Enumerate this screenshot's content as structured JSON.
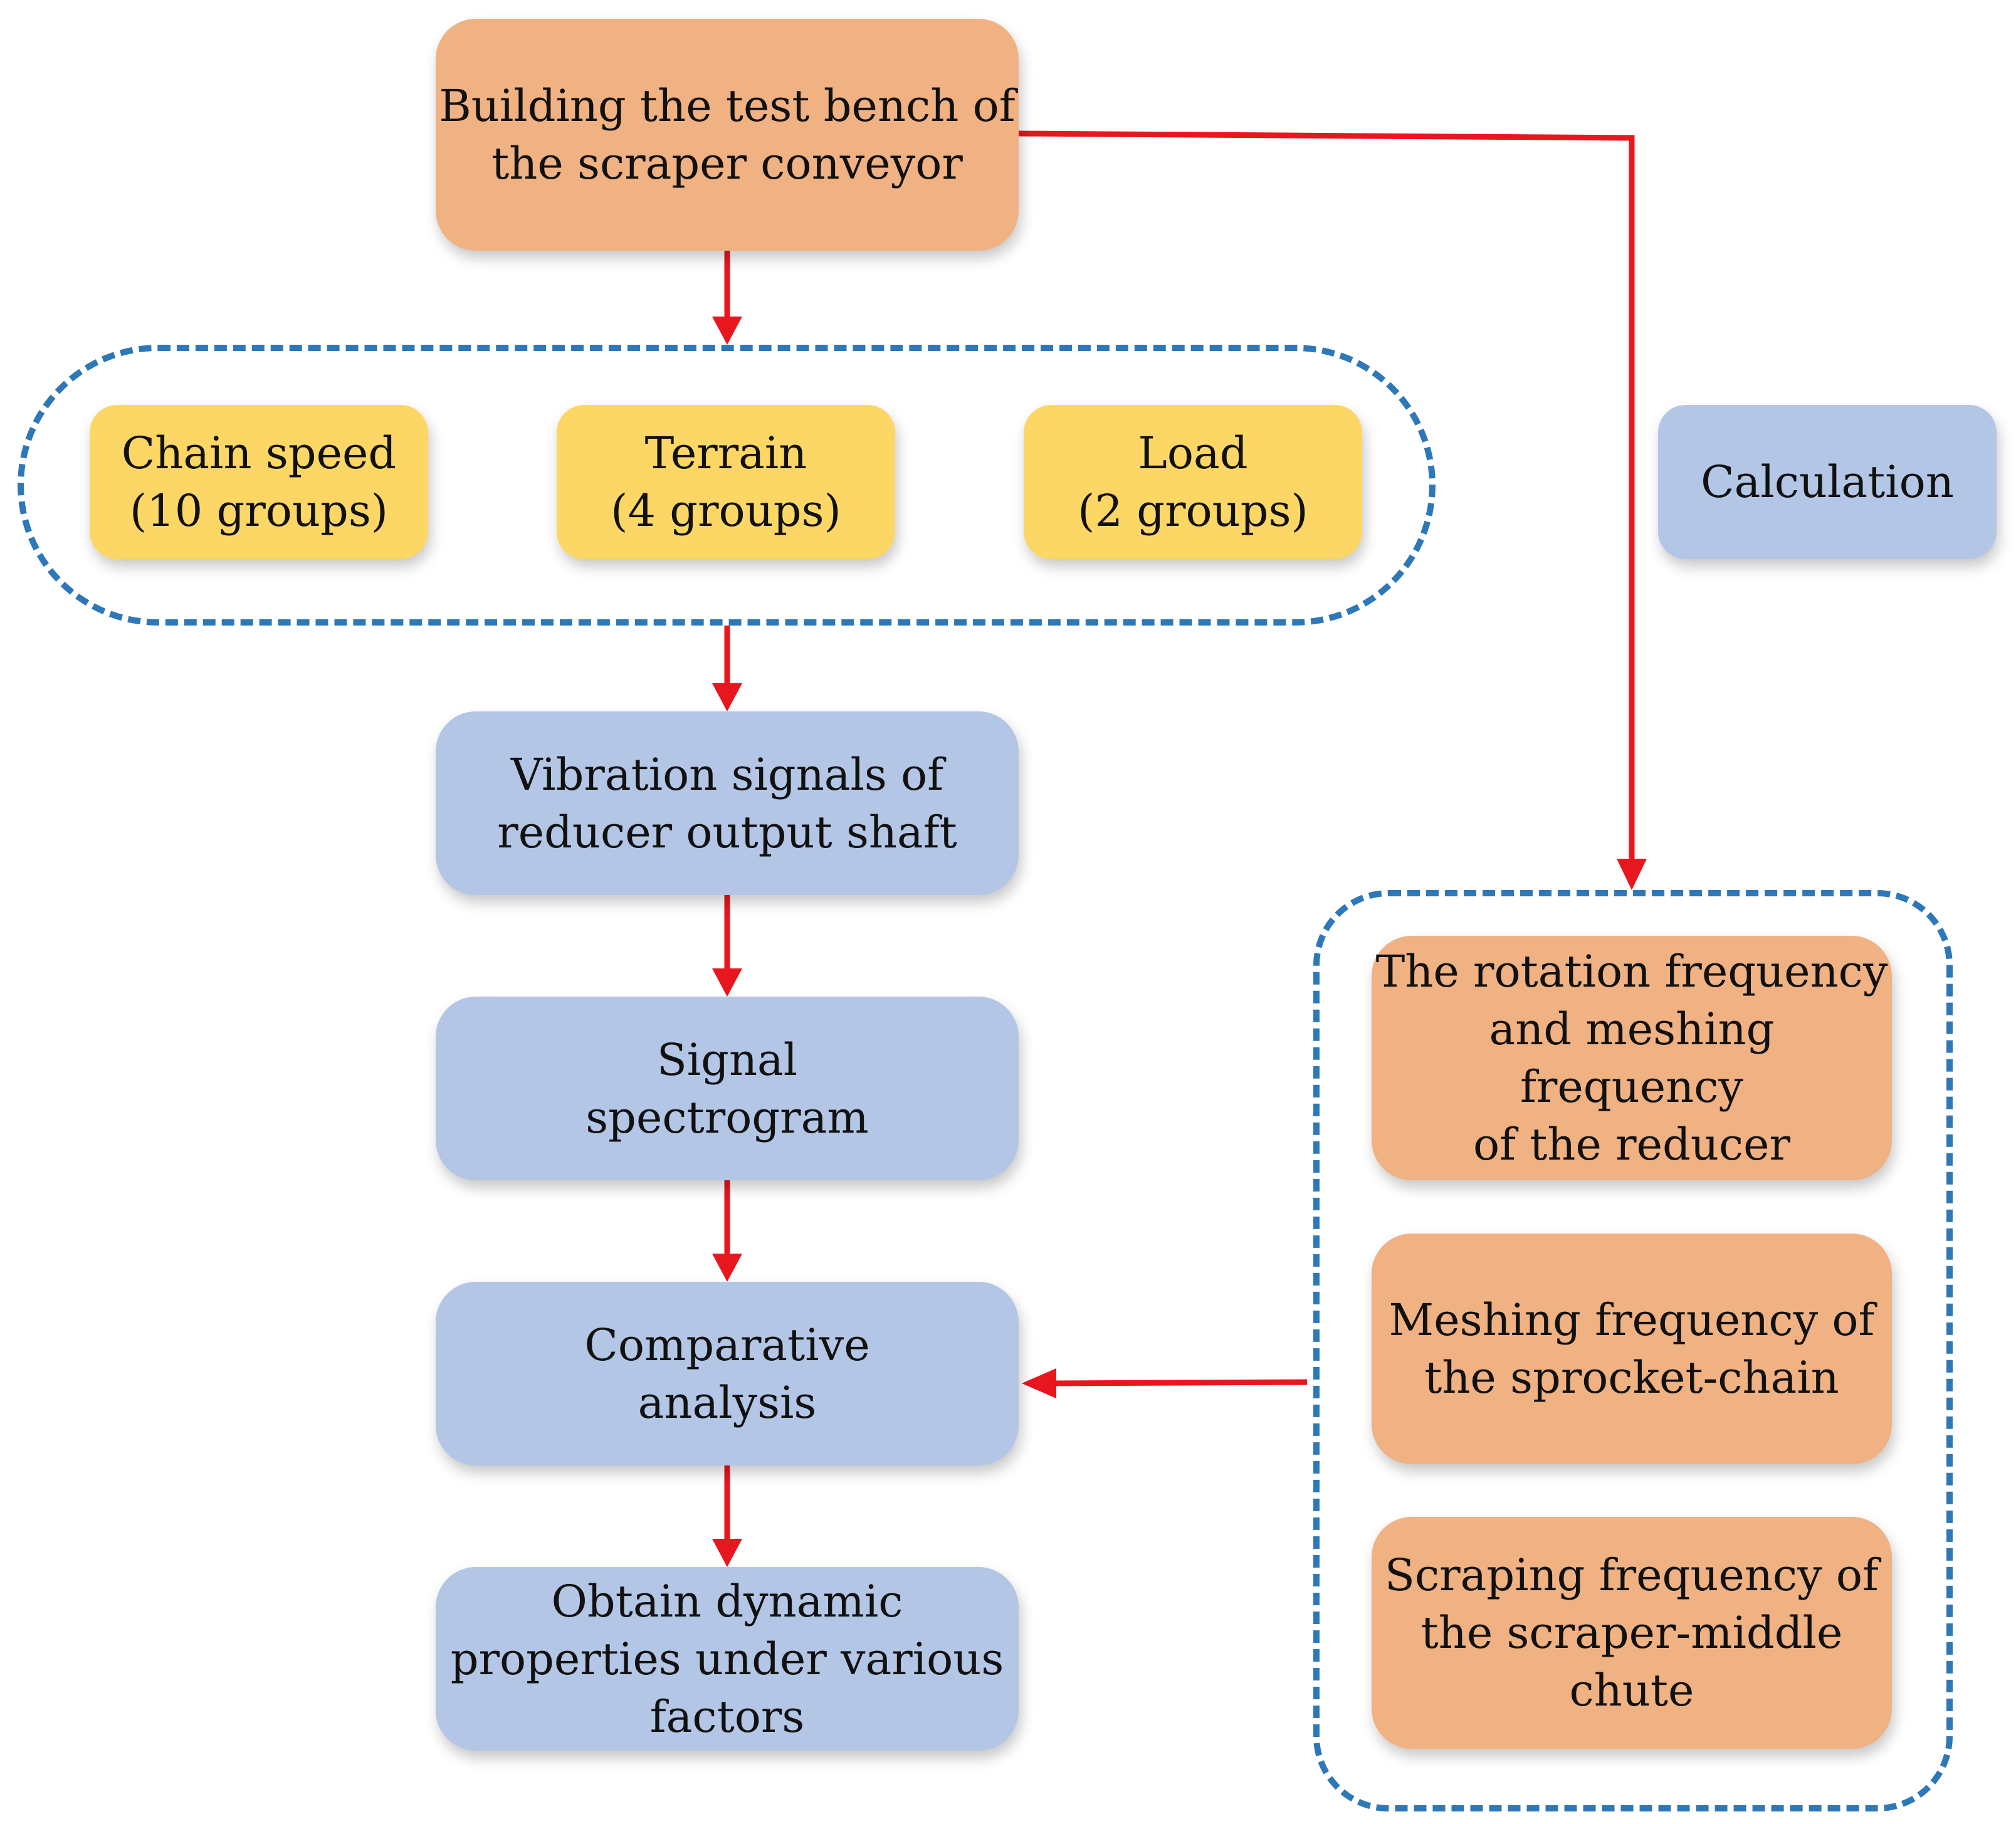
{
  "colors": {
    "process_box": "#F0B183",
    "factor_box": "#FDD766",
    "step_box": "#B4C6E6",
    "arrow": "#E8161E",
    "group_border": "#2E78B7"
  },
  "start": {
    "label": "Building the test bench of\nthe scraper conveyor"
  },
  "factors": [
    {
      "label": "Chain speed\n(10 groups)"
    },
    {
      "label": "Terrain\n(4 groups)"
    },
    {
      "label": "Load\n(2 groups)"
    }
  ],
  "steps": [
    {
      "label": "Vibration signals of\nreducer output shaft"
    },
    {
      "label": "Signal\nspectrogram"
    },
    {
      "label": "Comparative\nanalysis"
    },
    {
      "label": "Obtain dynamic\nproperties under various\nfactors"
    }
  ],
  "calculation": {
    "label": "Calculation"
  },
  "frequencies": [
    {
      "label": "The rotation frequency\nand meshing frequency\nof the reducer"
    },
    {
      "label": "Meshing frequency of\nthe sprocket-chain"
    },
    {
      "label": "Scraping frequency of\nthe scraper-middle\nchute"
    }
  ]
}
